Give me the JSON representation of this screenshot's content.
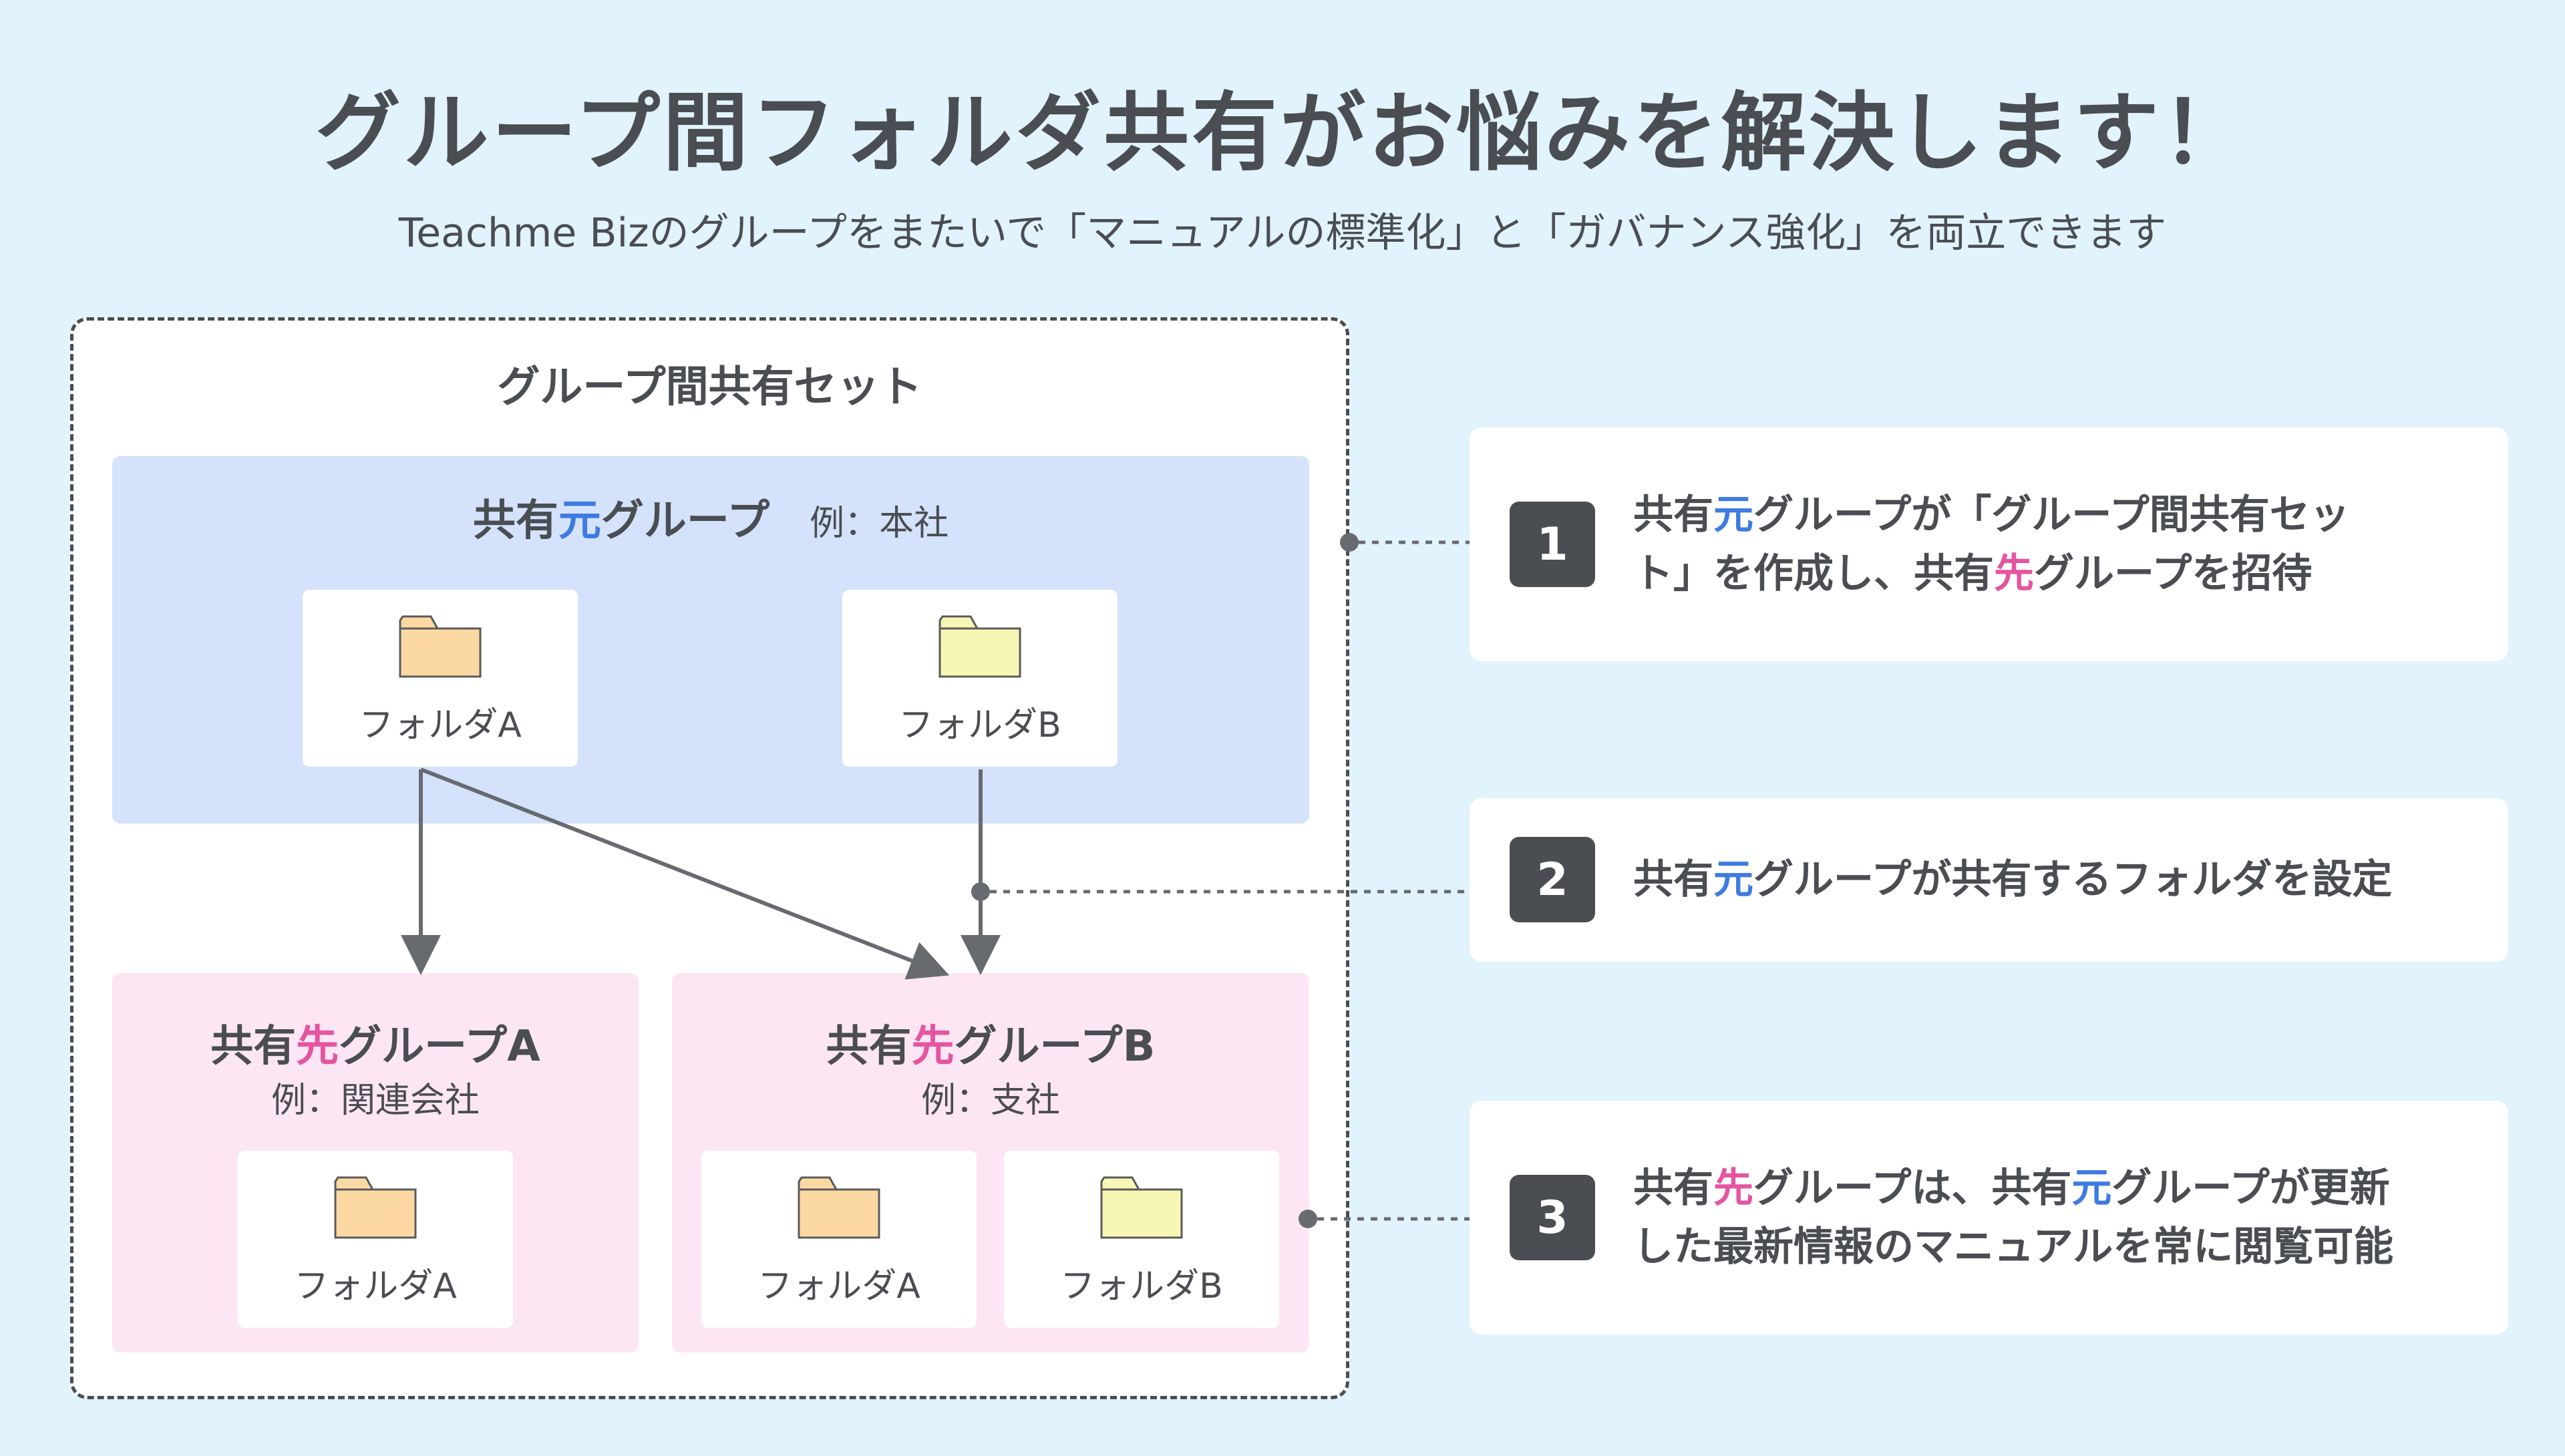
{
  "title": "グループ間フォルダ共有がお悩みを解決します！",
  "subtitle": "Teachme Bizのグループをまたいで「マニュアルの標準化」と「ガバナンス強化」を両立できます",
  "set": {
    "title": "グループ間共有セット",
    "source": {
      "title_pre": "共有",
      "title_highlight": "元",
      "title_post": "グループ",
      "example": "例：本社",
      "folders": [
        "フォルダA",
        "フォルダB"
      ]
    },
    "dest_a": {
      "title_pre": "共有",
      "title_highlight": "先",
      "title_post": "グループA",
      "example": "例：関連会社",
      "folders": [
        "フォルダA"
      ]
    },
    "dest_b": {
      "title_pre": "共有",
      "title_highlight": "先",
      "title_post": "グループB",
      "example": "例：支社",
      "folders": [
        "フォルダA",
        "フォルダB"
      ]
    }
  },
  "steps": [
    {
      "number": "1",
      "line1": [
        "共有",
        "元",
        "グループが「グループ間共有セッ"
      ],
      "line2": [
        "ト」を作成し、共有",
        "先",
        "グループを招待"
      ]
    },
    {
      "number": "2",
      "line1": [
        "共有",
        "元",
        "グループが共有するフォルダを設定"
      ]
    },
    {
      "number": "3",
      "line1": [
        "共有",
        "先",
        "グループは、共有",
        "元",
        "グループが更新"
      ],
      "line2": [
        "した最新情報のマニュアルを常に閲覧可能"
      ]
    }
  ],
  "colors": {
    "background": "#e1f3fc",
    "source_group": "#d4e2fb",
    "dest_group": "#fde6f3",
    "highlight_source": "#3e7be0",
    "highlight_dest": "#e5559f",
    "folder_a": "#fcd9a2",
    "folder_b": "#f7f7b5",
    "text": "#4a4d52"
  },
  "icons": {
    "folder_a": "folder-icon-orange",
    "folder_b": "folder-icon-yellow"
  }
}
